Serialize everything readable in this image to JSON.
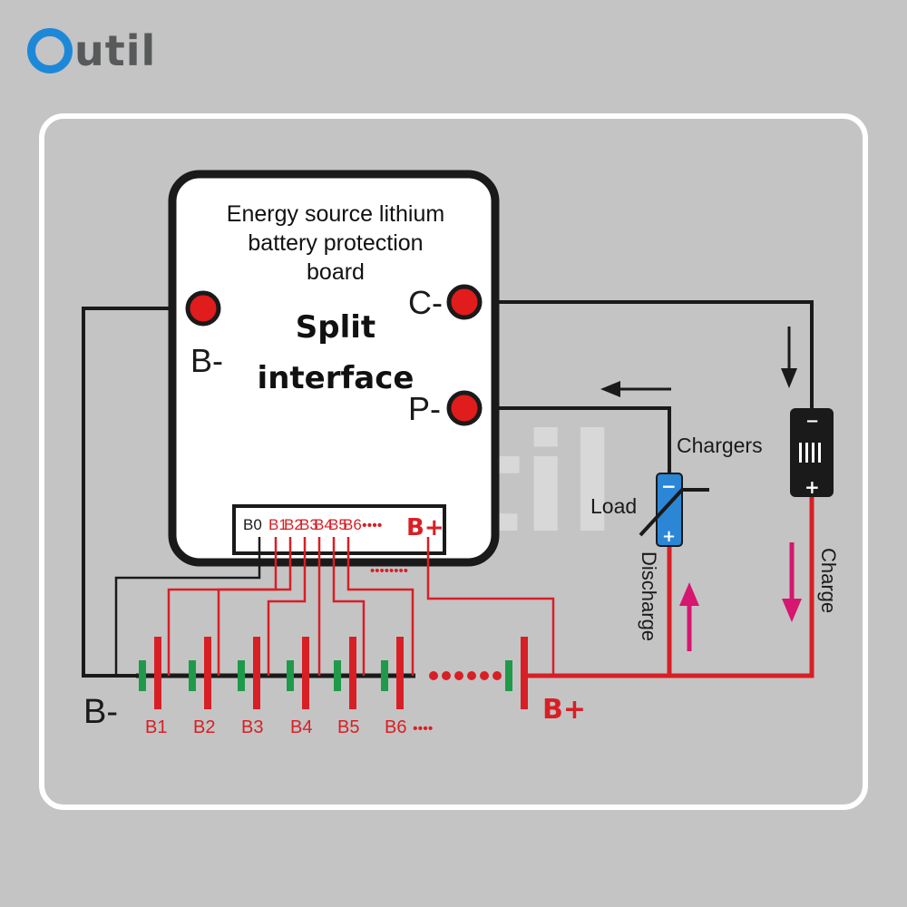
{
  "brand": {
    "logo_text": "util",
    "watermark": "Outil"
  },
  "board": {
    "title_line1": "Energy source lithium",
    "title_line2": "battery protection",
    "title_line3": "board",
    "subtitle_line1": "Split",
    "subtitle_line2": "interface"
  },
  "terminals": {
    "b_minus": "B-",
    "c_minus": "C-",
    "p_minus": "P-"
  },
  "connector": {
    "pins": [
      "B0",
      "B1",
      "B2",
      "B3",
      "B4",
      "B5",
      "B6"
    ],
    "dots": "••••",
    "b_plus": "B+",
    "dots_below": "••••••••"
  },
  "cells": {
    "labels": [
      "B1",
      "B2",
      "B3",
      "B4",
      "B5",
      "B6"
    ],
    "dots": "••••",
    "b_minus": "B-",
    "b_plus": "B+"
  },
  "load": {
    "label": "Load",
    "minus": "−",
    "plus": "+",
    "flow": "Discharge"
  },
  "charger": {
    "label": "Chargers",
    "minus": "−",
    "plus": "+",
    "flow": "Charge"
  },
  "colors": {
    "red": "#d81f26",
    "green": "#1f9a4a",
    "wire": "#1a1a1a",
    "blue": "#2b86d6",
    "magenta": "#d6166f",
    "terminal": "#e01c1c"
  }
}
